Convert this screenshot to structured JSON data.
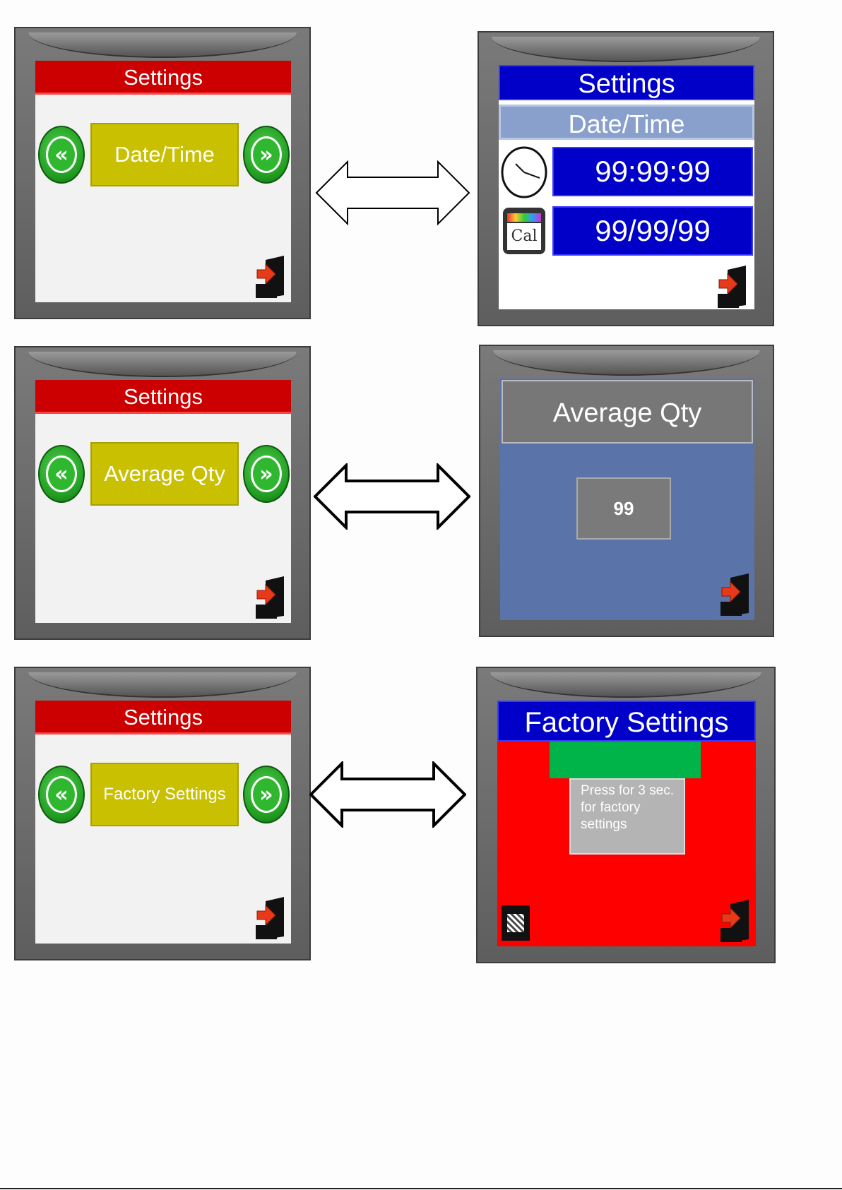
{
  "panels": {
    "p1": {
      "title": "Settings",
      "option": "Date/Time"
    },
    "p2": {
      "title": "Settings",
      "subtitle": "Date/Time",
      "time_value": "99:99:99",
      "date_value": "99/99/99",
      "calendar_text": "Cal"
    },
    "p3": {
      "title": "Settings",
      "option": "Average Qty"
    },
    "p4": {
      "title": "Average Qty",
      "value": "99"
    },
    "p5": {
      "title": "Settings",
      "option": "Factory Settings"
    },
    "p6": {
      "title": "Factory Settings",
      "hint": "Press for 3 sec. for factory settings"
    }
  },
  "icons": {
    "prev": "double-chevron-left-icon",
    "next": "double-chevron-right-icon",
    "exit": "exit-door-icon",
    "clock": "clock-icon",
    "calendar": "calendar-icon",
    "connector": "double-headed-arrow-icon"
  },
  "colors": {
    "settings_bar": "#cc0000",
    "option_button": "#c8c000",
    "blue_bar": "#0000c8",
    "avg_background": "#5a73a8",
    "factory_background": "#ff0000",
    "factory_green": "#00b44a"
  }
}
